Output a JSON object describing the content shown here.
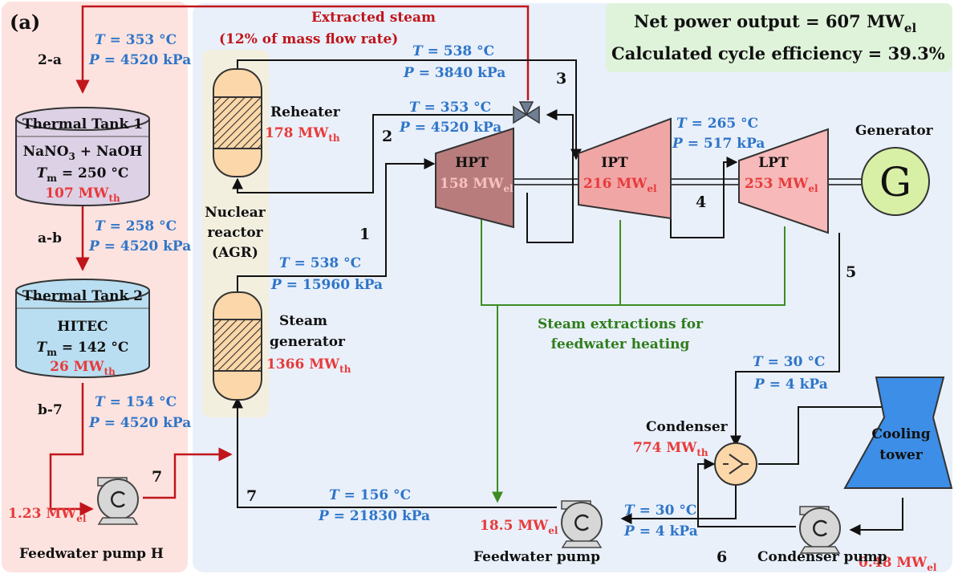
{
  "panel_label": "(a)",
  "header": {
    "net_power_prefix": "Net power output = 607 MW",
    "net_power_sub": "el",
    "efficiency": "Calculated cycle efficiency = 39.3%"
  },
  "extracted_steam": {
    "line1": "Extracted steam",
    "line2": "(12% of  mass flow rate)"
  },
  "states": {
    "s2a": {
      "label": "2-a",
      "T": "= 353 °C",
      "P": "= 4520 kPa"
    },
    "sab": {
      "label": "a-b",
      "T": "= 258 °C",
      "P": "= 4520 kPa"
    },
    "sb7": {
      "label": "b-7",
      "T": "= 154 °C",
      "P": "= 4520 kPa"
    },
    "s3": {
      "label": "3",
      "T": "= 538 °C",
      "P": "= 3840 kPa"
    },
    "s2": {
      "label": "2",
      "T": "= 353 °C",
      "P": "= 4520 kPa"
    },
    "s1": {
      "label": "1",
      "T": "= 538 °C",
      "P": "= 15960 kPa"
    },
    "s4": {
      "label": "4",
      "T": "= 265 °C",
      "P": "= 517 kPa"
    },
    "s5": {
      "label": "5",
      "T": "= 30 °C",
      "P": "= 4 kPa"
    },
    "s6": {
      "label": "6",
      "T": "= 30 °C",
      "P": "= 4 kPa"
    },
    "s7": {
      "label": "7",
      "T": "= 156 °C",
      "P": "= 21830 kPa"
    },
    "s7b": {
      "label": "7"
    }
  },
  "tank1": {
    "title": "Thermal Tank 1",
    "salt": "NaNO",
    "salt_sub": "3",
    "salt_rest": " + NaOH",
    "tm": "= 250 °C",
    "power": "107 MW",
    "power_sub": "th"
  },
  "tank2": {
    "title": "Thermal Tank 2",
    "salt": "HITEC",
    "tm": "= 142 °C",
    "power": "26 MW",
    "power_sub": "th"
  },
  "reheater": {
    "label": "Reheater",
    "power": "178 MW",
    "power_sub": "th"
  },
  "reactor": {
    "line1": "Nuclear",
    "line2": "reactor",
    "line3": "(AGR)"
  },
  "steam_generator": {
    "line1": "Steam",
    "line2": "generator",
    "power": "1366 MW",
    "power_sub": "th"
  },
  "turbines": {
    "hpt": {
      "name": "HPT",
      "power": "158 MW",
      "power_sub": "el"
    },
    "ipt": {
      "name": "IPT",
      "power": "216 MW",
      "power_sub": "el"
    },
    "lpt": {
      "name": "LPT",
      "power": "253 MW",
      "power_sub": "el"
    }
  },
  "generator": {
    "label": "Generator",
    "symbol": "G"
  },
  "extractions": {
    "line1": "Steam extractions for",
    "line2": "feedwater heating"
  },
  "condenser": {
    "label": "Condenser",
    "power": "774 MW",
    "power_sub": "th"
  },
  "cooling_tower": {
    "line1": "Cooling",
    "line2": "tower"
  },
  "pumps": {
    "feedwater_h": {
      "label": "Feedwater pump H",
      "power": "1.23 MW",
      "power_sub": "el"
    },
    "feedwater": {
      "label": "Feedwater pump",
      "power": "18.5 MW",
      "power_sub": "el"
    },
    "condenser_pump": {
      "label": "Condenser pump",
      "power": "0.48 MW",
      "power_sub": "el"
    }
  },
  "symbols": {
    "T": "T",
    "P": "P",
    "Tm": "T",
    "Tm_sub": "m"
  },
  "colors": {
    "left_panel": "#fde3df",
    "main_panel": "#e9f0fa",
    "header_box": "#dff3da",
    "tank1": "#ddd1e6",
    "tank2": "#b9def1",
    "hpt": "#b97c7c",
    "ipt": "#f1a6a6",
    "lpt": "#f7b9b9",
    "generator": "#d8f0a6",
    "cooling_tower": "#3d8ee6",
    "hx_fill": "#fbd7a9",
    "red_line": "#c0151b",
    "green_line": "#3c8c22"
  },
  "icons": [
    "pump-icon",
    "condenser-hx-icon",
    "three-way-valve-icon",
    "heat-exchanger-icon",
    "generator-icon"
  ]
}
